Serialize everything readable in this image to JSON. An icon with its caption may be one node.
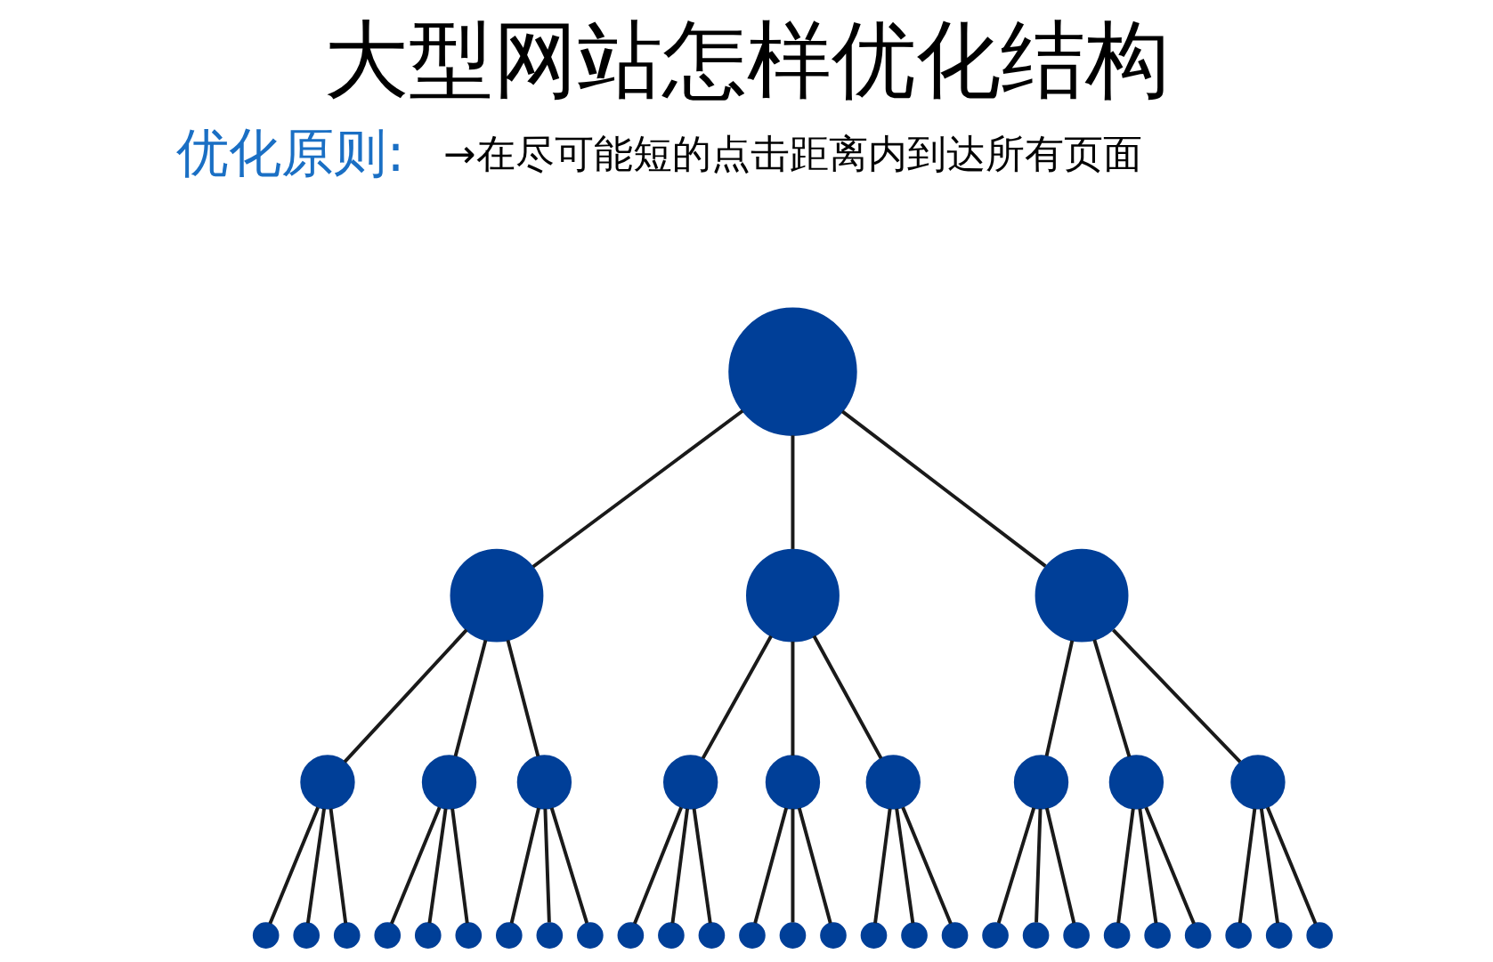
{
  "diagram": {
    "title": "大型网站怎样优化结构",
    "nodes": [
      {
        "text": [],
        "shape": "circle"
      },
      {
        "text": [],
        "shape": "circle"
      },
      {
        "text": [],
        "shape": "circle"
      },
      {
        "text": [],
        "shape": "circle"
      },
      {
        "text": [],
        "shape": "circle"
      },
      {
        "text": [],
        "shape": "circle"
      },
      {
        "text": [],
        "shape": "circle"
      },
      {
        "text": [],
        "shape": "circle"
      },
      {
        "text": [],
        "shape": "circle"
      },
      {
        "text": [],
        "shape": "circle"
      },
      {
        "text": [],
        "shape": "circle"
      },
      {
        "text": [],
        "shape": "circle"
      },
      {
        "text": [],
        "shape": "circle"
      },
      {
        "text": [],
        "shape": "circle"
      },
      {
        "text": [],
        "shape": "circle"
      },
      {
        "text": [],
        "shape": "circle"
      },
      {
        "text": [],
        "shape": "circle"
      },
      {
        "text": [],
        "shape": "circle"
      },
      {
        "text": [],
        "shape": "circle"
      },
      {
        "text": [],
        "shape": "circle"
      },
      {
        "text": [],
        "shape": "circle"
      },
      {
        "text": [],
        "shape": "circle"
      },
      {
        "text": [],
        "shape": "circle"
      },
      {
        "text": [],
        "shape": "circle"
      },
      {
        "text": [],
        "shape": "circle"
      },
      {
        "text": [],
        "shape": "circle"
      },
      {
        "text": [],
        "shape": "circle"
      },
      {
        "text": [],
        "shape": "circle"
      },
      {
        "text": [],
        "shape": "circle"
      },
      {
        "text": [],
        "shape": "circle"
      },
      {
        "text": [],
        "shape": "circle"
      },
      {
        "text": [],
        "shape": "circle"
      },
      {
        "text": [],
        "shape": "circle"
      },
      {
        "text": [],
        "shape": "circle"
      },
      {
        "text": [],
        "shape": "circle"
      },
      {
        "text": [],
        "shape": "circle"
      },
      {
        "text": [],
        "shape": "circle"
      },
      {
        "text": [],
        "shape": "circle"
      },
      {
        "text": [],
        "shape": "circle"
      },
      {
        "text": [],
        "shape": "circle"
      }
    ],
    "edges": [
      {
        "from": 0,
        "to": 1,
        "arrow": "none"
      },
      {
        "from": 0,
        "to": 2,
        "arrow": "none"
      },
      {
        "from": 0,
        "to": 3,
        "arrow": "none"
      },
      {
        "from": 1,
        "to": 4,
        "arrow": "none"
      },
      {
        "from": 1,
        "to": 5,
        "arrow": "none"
      },
      {
        "from": 1,
        "to": 6,
        "arrow": "none"
      },
      {
        "from": 2,
        "to": 7,
        "arrow": "none"
      },
      {
        "from": 2,
        "to": 8,
        "arrow": "none"
      },
      {
        "from": 2,
        "to": 9,
        "arrow": "none"
      },
      {
        "from": 3,
        "to": 10,
        "arrow": "none"
      },
      {
        "from": 3,
        "to": 11,
        "arrow": "none"
      },
      {
        "from": 3,
        "to": 12,
        "arrow": "none"
      },
      {
        "from": 4,
        "to": 13,
        "arrow": "none"
      },
      {
        "from": 4,
        "to": 14,
        "arrow": "none"
      },
      {
        "from": 4,
        "to": 15,
        "arrow": "none"
      },
      {
        "from": 5,
        "to": 16,
        "arrow": "none"
      },
      {
        "from": 5,
        "to": 17,
        "arrow": "none"
      },
      {
        "from": 5,
        "to": 18,
        "arrow": "none"
      },
      {
        "from": 6,
        "to": 19,
        "arrow": "none"
      },
      {
        "from": 6,
        "to": 20,
        "arrow": "none"
      },
      {
        "from": 6,
        "to": 21,
        "arrow": "none"
      },
      {
        "from": 7,
        "to": 22,
        "arrow": "none"
      },
      {
        "from": 7,
        "to": 23,
        "arrow": "none"
      },
      {
        "from": 7,
        "to": 24,
        "arrow": "none"
      },
      {
        "from": 8,
        "to": 25,
        "arrow": "none"
      },
      {
        "from": 8,
        "to": 26,
        "arrow": "none"
      },
      {
        "from": 8,
        "to": 27,
        "arrow": "none"
      },
      {
        "from": 9,
        "to": 28,
        "arrow": "none"
      },
      {
        "from": 9,
        "to": 29,
        "arrow": "none"
      },
      {
        "from": 9,
        "to": 30,
        "arrow": "none"
      },
      {
        "from": 10,
        "to": 31,
        "arrow": "none"
      },
      {
        "from": 10,
        "to": 32,
        "arrow": "none"
      },
      {
        "from": 10,
        "to": 33,
        "arrow": "none"
      },
      {
        "from": 11,
        "to": 34,
        "arrow": "none"
      },
      {
        "from": 11,
        "to": 35,
        "arrow": "none"
      },
      {
        "from": 11,
        "to": 36,
        "arrow": "none"
      },
      {
        "from": 12,
        "to": 37,
        "arrow": "none"
      },
      {
        "from": 12,
        "to": 38,
        "arrow": "none"
      },
      {
        "from": 12,
        "to": 39,
        "arrow": "none"
      }
    ],
    "labels": [
      "优化原则:",
      "→在尽可能短的点击距离内到达所有页面"
    ]
  }
}
